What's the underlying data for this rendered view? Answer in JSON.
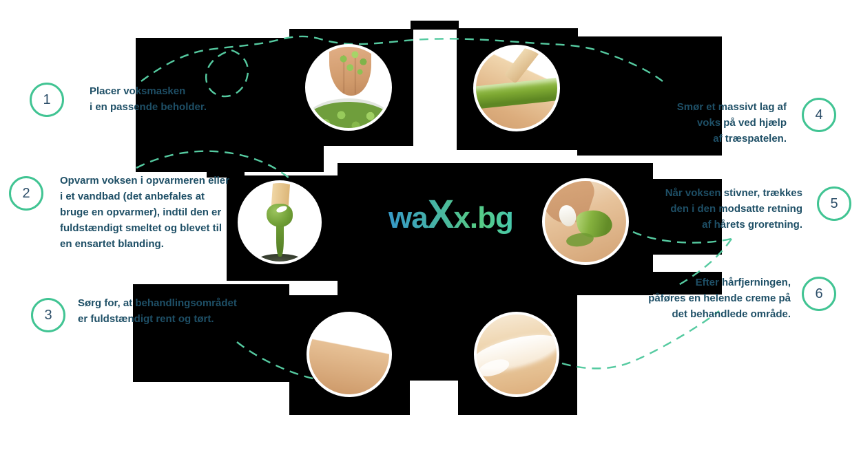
{
  "logo": {
    "part_wa": "wa",
    "part_X": "X",
    "part_x": "x",
    "part_suffix": ".bg",
    "gradient": [
      "#3598cb",
      "#4ab89e",
      "#57cb83",
      "#45c8b4"
    ]
  },
  "colors": {
    "step_text": "#1e4f66",
    "badge_border": "#41c493",
    "badge_number": "#2b4d68",
    "dashed_line": "#55caa0",
    "backdrop": "#000000"
  },
  "steps": [
    {
      "number": "1",
      "lines": [
        "Placer voksmasken",
        "i en passende beholder."
      ]
    },
    {
      "number": "2",
      "lines": [
        "Opvarm voksen i opvarmeren eller",
        "i et vandbad (det anbefales at",
        "bruge en opvarmer), indtil den er",
        "fuldstændigt smeltet og blevet til",
        "en ensartet blanding."
      ]
    },
    {
      "number": "3",
      "lines": [
        "Sørg for, at behandlingsområdet",
        "er fuldstændigt rent og tørt."
      ]
    },
    {
      "number": "4",
      "lines": [
        "Smør et massivt lag af",
        "voks på ved hjælp",
        "af træspatelen."
      ]
    },
    {
      "number": "5",
      "lines": [
        "Når voksen stivner, trækkes",
        "den i den modsatte retning",
        "af hårets groretning."
      ]
    },
    {
      "number": "6",
      "lines": [
        "Efter hårfjerningen,",
        "påføres en helende creme på",
        "det behandlede område."
      ]
    }
  ],
  "photos": [
    {
      "name": "hand-with-green-wax-beads"
    },
    {
      "name": "green-wax-applied-on-leg"
    },
    {
      "name": "spatula-dripping-melted-wax"
    },
    {
      "name": "hand-peeling-hardened-wax"
    },
    {
      "name": "clean-dry-skin"
    },
    {
      "name": "healing-cream-on-skin"
    }
  ]
}
